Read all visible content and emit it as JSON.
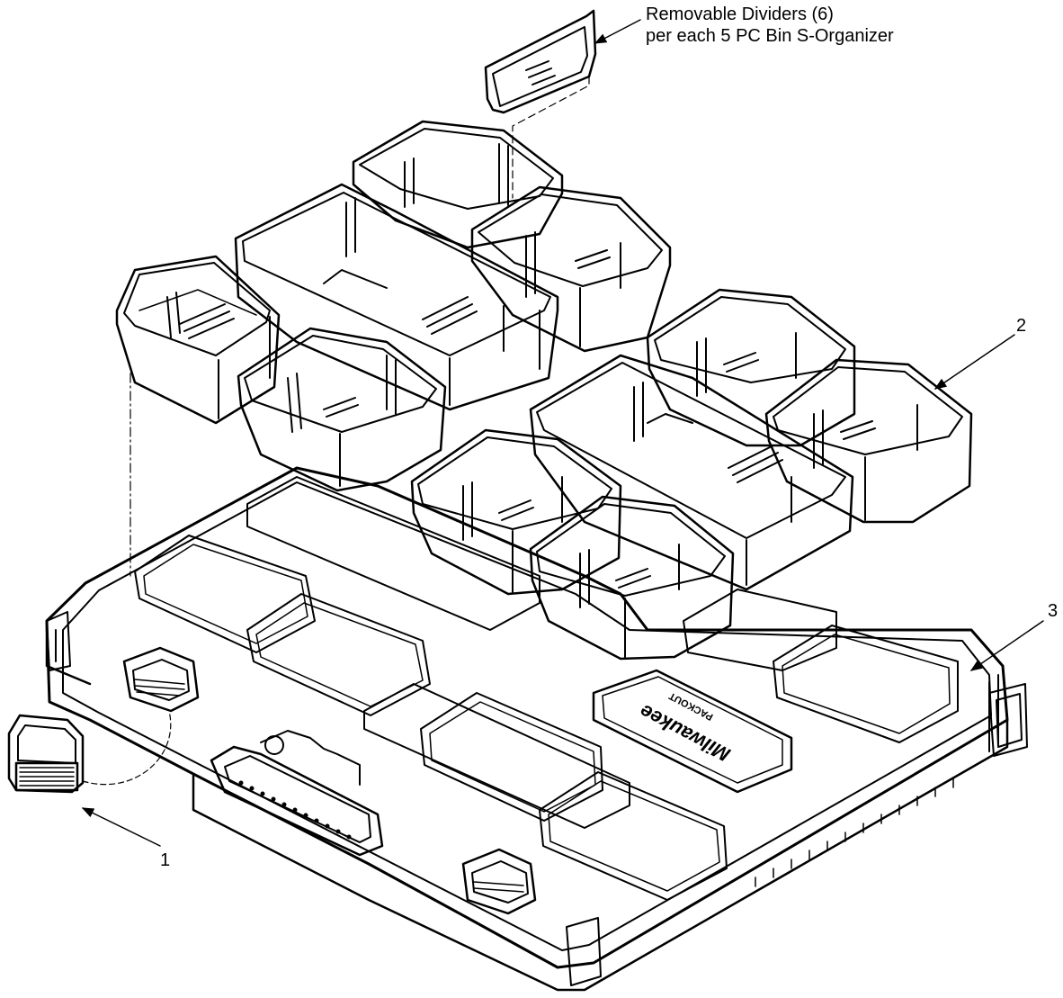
{
  "callouts": {
    "dividers_line1": "Removable Dividers (6)",
    "dividers_line2": "per each 5 PC Bin S-Organizer",
    "part_1": "1",
    "part_2": "2",
    "part_3": "3"
  },
  "logo": {
    "brand": "Milwaukee",
    "product": "PACKOUT"
  },
  "colors": {
    "line": "#000000",
    "fill": "#ffffff"
  }
}
